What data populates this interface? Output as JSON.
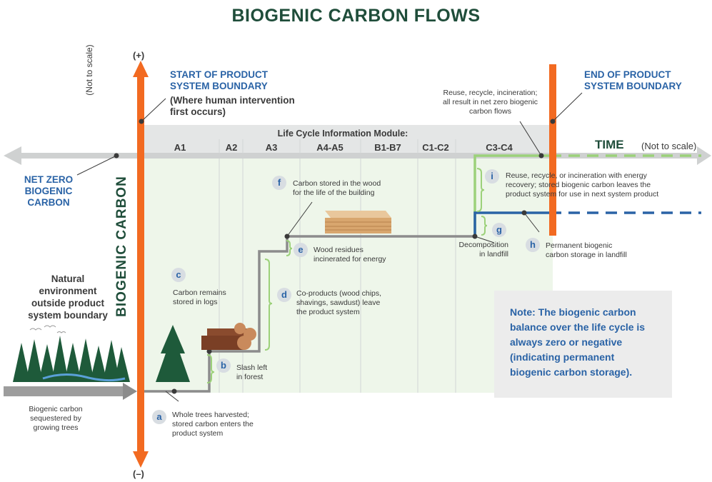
{
  "title": "BIOGENIC CARBON FLOWS",
  "axis": {
    "plus": "(+)",
    "minus": "(–)",
    "not_to_scale": "(Not to scale)",
    "vertical_label": "BIOGENIC CARBON",
    "time_label": "TIME",
    "time_sub": "(Not to scale)"
  },
  "start_boundary": {
    "title": "START OF PRODUCT SYSTEM BOUNDARY",
    "line1": "START OF PRODUCT",
    "line2": "SYSTEM BOUNDARY",
    "sub1": "(Where human intervention",
    "sub2": "first occurs)"
  },
  "end_boundary": {
    "line1": "END OF PRODUCT",
    "line2": "SYSTEM BOUNDARY"
  },
  "net_zero": {
    "line1": "NET ZERO",
    "line2": "BIOGENIC CARBON"
  },
  "module_header": "Life Cycle Information Module:",
  "modules": [
    "A1",
    "A2",
    "A3",
    "A4-A5",
    "B1-B7",
    "C1-C2",
    "C3-C4"
  ],
  "natural_env": {
    "line1": "Natural",
    "line2": "environment",
    "line3": "outside product",
    "line4": "system boundary"
  },
  "sequestered": {
    "line1": "Biogenic carbon",
    "line2": "sequestered by",
    "line3": "growing trees"
  },
  "reuse_note": {
    "line1": "Reuse, recycle, incineration;",
    "line2": "all result in net zero biogenic",
    "line3": "carbon flows"
  },
  "steps": {
    "a": {
      "badge": "a",
      "line1": "Whole trees harvested;",
      "line2": "stored carbon enters the",
      "line3": "product system"
    },
    "b": {
      "badge": "b",
      "line1": "Slash left",
      "line2": "in forest"
    },
    "c": {
      "badge": "c",
      "line1": "Carbon remains",
      "line2": "stored in logs"
    },
    "d": {
      "badge": "d",
      "line1": "Co-products (wood chips,",
      "line2": "shavings, sawdust) leave",
      "line3": "the product system"
    },
    "e": {
      "badge": "e",
      "line1": "Wood residues",
      "line2": "incinerated for energy"
    },
    "f": {
      "badge": "f",
      "line1": "Carbon stored in the wood",
      "line2": "for the life of the building"
    },
    "g": {
      "badge": "g",
      "line1": "Decomposition",
      "line2": "in landfill"
    },
    "h": {
      "badge": "h",
      "line1": "Permanent biogenic",
      "line2": "carbon storage in landfill"
    },
    "i": {
      "badge": "i",
      "line1": "Reuse, recycle, or incineration with energy",
      "line2": "recovery; stored biogenic carbon leaves the",
      "line3": "product system for use in next system product"
    }
  },
  "note": "Note: The biogenic carbon balance over the life cycle is always zero or negative (indicating permanent biogenic carbon storage).",
  "colors": {
    "orange": "#f26a21",
    "green_line": "#9cd17a",
    "blue_line": "#2a63a6",
    "gray_line": "#8c8c8c",
    "title_green": "#1f4d3a",
    "tree_green": "#1e5a3a"
  }
}
